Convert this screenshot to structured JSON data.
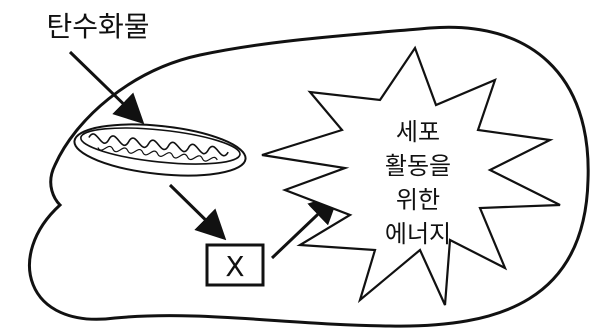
{
  "labels": {
    "input": "탄수화물",
    "process_box": "X",
    "output_lines": [
      "세포",
      "활동을",
      "위한",
      "에너지"
    ]
  },
  "icons": {
    "organelle": "mitochondrion-icon",
    "burst": "starburst-shape"
  },
  "colors": {
    "stroke": "#111111",
    "background": "#ffffff"
  }
}
